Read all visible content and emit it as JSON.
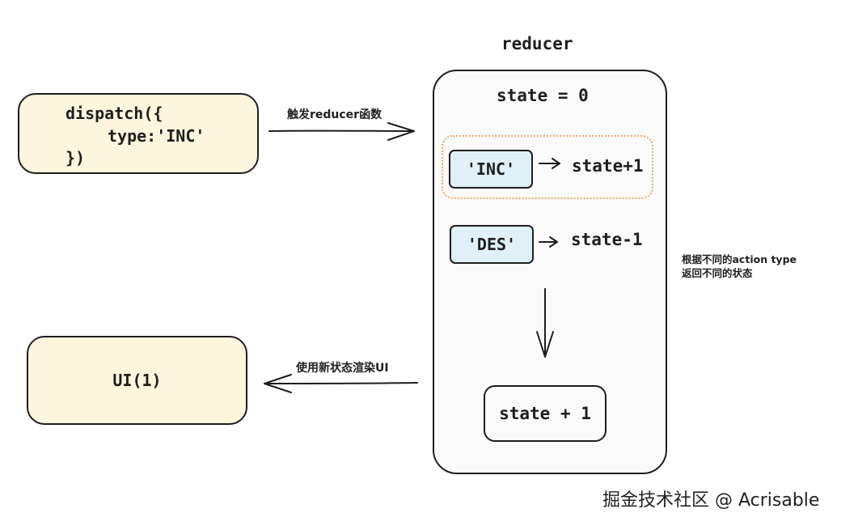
{
  "reducer": {
    "title": "reducer",
    "initial_state": "state = 0",
    "actions": [
      {
        "type": "'INC'",
        "result": "state+1"
      },
      {
        "type": "'DES'",
        "result": "state-1"
      }
    ],
    "output": "state + 1"
  },
  "dispatch": {
    "code_line1": "dispatch({",
    "code_line2": "type:'INC'",
    "code_line3": "})"
  },
  "ui": {
    "label": "UI(1)"
  },
  "edges": {
    "trigger_label": "触发reducer函数",
    "render_label": "使用新状态渲染UI"
  },
  "note": {
    "line1": "根据不同的action type",
    "line2": "返回不同的状态"
  },
  "watermark": {
    "text": "掘金技术社区 @ Acrisable"
  },
  "colors": {
    "yellow_fill": "#fbf6dd",
    "blue_fill": "#dff1f7",
    "highlight_border": "#f0a860",
    "stroke": "#1e1e1e"
  }
}
